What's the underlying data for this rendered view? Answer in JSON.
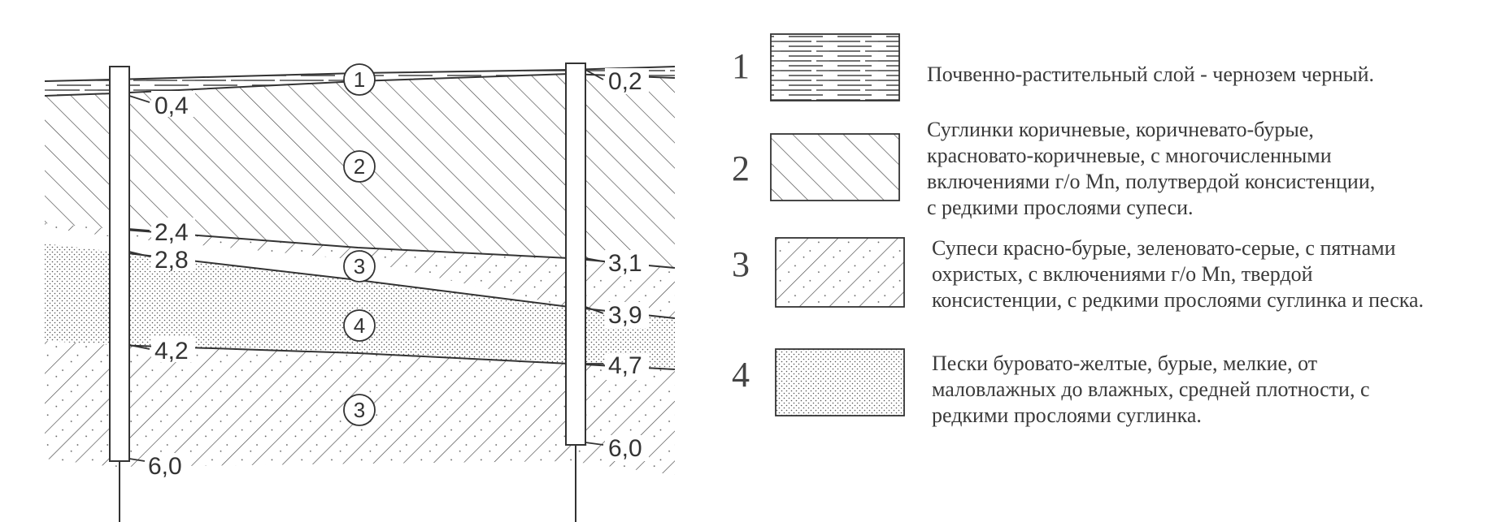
{
  "section": {
    "boreholes": [
      {
        "name": "borehole-left",
        "depths": [
          {
            "value": "0,4",
            "depth_m": 0.4
          },
          {
            "value": "2,4",
            "depth_m": 2.4
          },
          {
            "value": "2,8",
            "depth_m": 2.8
          },
          {
            "value": "4,2",
            "depth_m": 4.2
          },
          {
            "value": "6,0",
            "depth_m": 6.0
          }
        ]
      },
      {
        "name": "borehole-right",
        "depths": [
          {
            "value": "0,2",
            "depth_m": 0.2
          },
          {
            "value": "3,1",
            "depth_m": 3.1
          },
          {
            "value": "3,9",
            "depth_m": 3.9
          },
          {
            "value": "4,7",
            "depth_m": 4.7
          },
          {
            "value": "6,0",
            "depth_m": 6.0
          }
        ]
      }
    ],
    "layer_markers": [
      "1",
      "2",
      "3",
      "4",
      "3"
    ]
  },
  "legend": [
    {
      "number": "1",
      "pattern": "soil",
      "lines": [
        "Почвенно-растительный слой - чернозем черный."
      ]
    },
    {
      "number": "2",
      "pattern": "loam",
      "lines": [
        "Суглинки коричневые, коричневато-бурые,",
        "красновато-коричневые, с многочисленными",
        "включениями г/о Mn, полутвердой консистенции,",
        "с редкими прослоями супеси."
      ]
    },
    {
      "number": "3",
      "pattern": "sandy-loam",
      "lines": [
        "Супеси красно-бурые, зеленовато-серые, с пятнами",
        "охристых, с включениями г/о Mn, твердой",
        "консистенции, с редкими прослоями суглинка и песка."
      ]
    },
    {
      "number": "4",
      "pattern": "sand",
      "lines": [
        "Пески буровато-желтые, бурые, мелкие, от",
        "маловлажных до влажных, средней плотности, с",
        "редкими прослоями суглинка."
      ]
    }
  ],
  "colors": {
    "ink": "#333333",
    "background": "#ffffff"
  }
}
